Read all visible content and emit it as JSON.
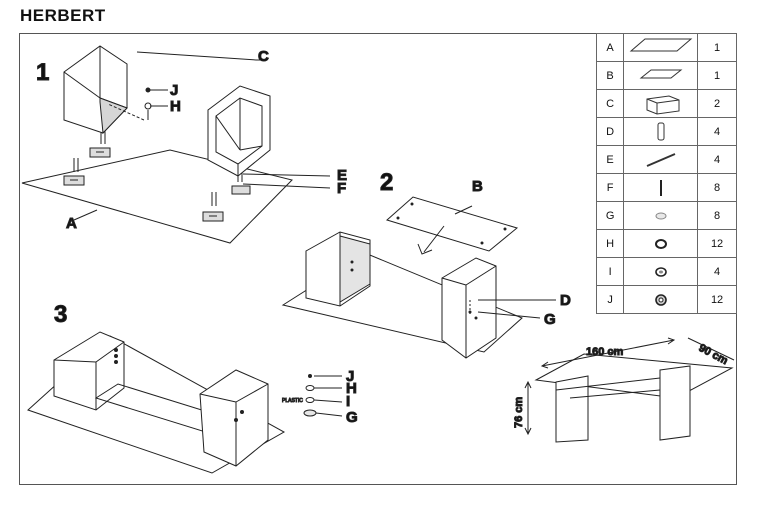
{
  "title": "HERBERT",
  "steps": [
    "1",
    "2",
    "3"
  ],
  "callouts": {
    "step1": {
      "J": "J",
      "H": "H",
      "C": "C",
      "E": "E",
      "F": "F",
      "A": "A"
    },
    "step2": {
      "B": "B",
      "D": "D",
      "G": "G"
    },
    "step3": {
      "J": "J",
      "H": "H",
      "I": "I",
      "G": "G",
      "plastic_note": "PLASTIC"
    }
  },
  "dimensions": {
    "length": "160 cm",
    "depth": "90 cm",
    "height": "76 cm"
  },
  "parts": [
    {
      "letter": "A",
      "icon": "glass-top-icon",
      "qty": "1"
    },
    {
      "letter": "B",
      "icon": "glass-shelf-icon",
      "qty": "1"
    },
    {
      "letter": "C",
      "icon": "leg-box-icon",
      "qty": "2"
    },
    {
      "letter": "D",
      "icon": "dowel-icon",
      "qty": "4"
    },
    {
      "letter": "E",
      "icon": "hex-key-icon",
      "qty": "4"
    },
    {
      "letter": "F",
      "icon": "screw-icon",
      "qty": "8"
    },
    {
      "letter": "G",
      "icon": "pad-icon",
      "qty": "8"
    },
    {
      "letter": "H",
      "icon": "washer-icon",
      "qty": "12"
    },
    {
      "letter": "I",
      "icon": "plastic-washer-icon",
      "qty": "4"
    },
    {
      "letter": "J",
      "icon": "nut-icon",
      "qty": "12"
    }
  ]
}
